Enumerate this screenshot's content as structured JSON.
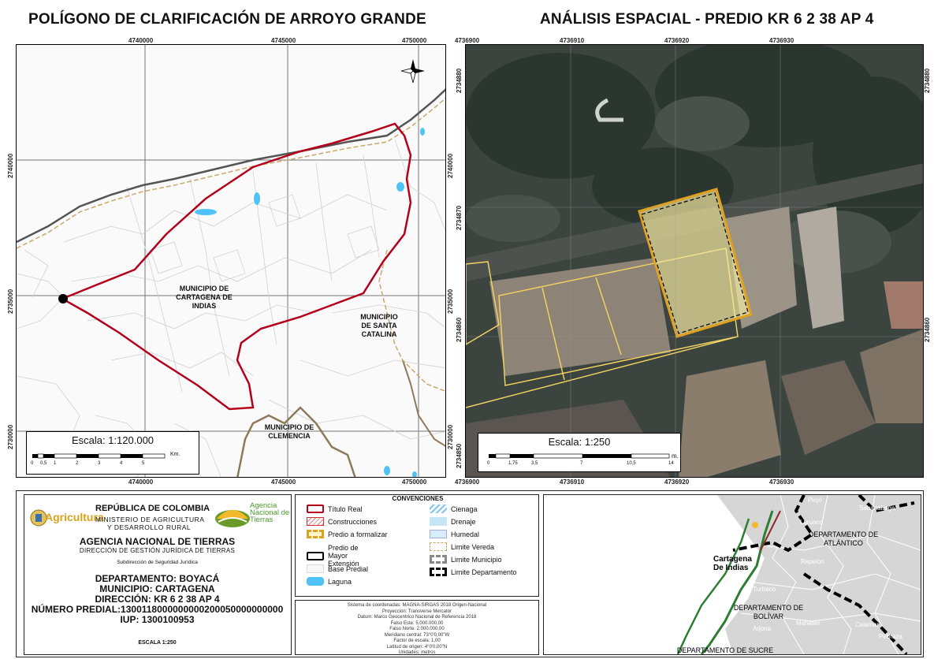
{
  "left_map": {
    "title": "POLÍGONO DE CLARIFICACIÓN DE ARROYO GRANDE",
    "top_ticks": [
      "4740000",
      "4745000",
      "4750000"
    ],
    "bottom_ticks": [
      "4740000",
      "4745000",
      "4750000"
    ],
    "side_ticks": [
      "2740000",
      "2735000",
      "2730000"
    ],
    "labels": {
      "cartagena": "MUNICIPIO DE CARTAGENA DE INDIAS",
      "santa_catalina": "MUNICIPIO DE SANTA CATALINA",
      "clemencia": "MUNICIPIO DE CLEMENCIA"
    },
    "scale_text": "Escala: 1:120.000",
    "scale_unit": "Km.",
    "scale_ticks": [
      "0",
      "0,5",
      "1",
      "2",
      "3",
      "4",
      "5"
    ]
  },
  "right_map": {
    "title": "ANÁLISIS ESPACIAL - PREDIO KR 6 2 38 AP 4",
    "top_ticks": [
      "4736900",
      "4736910",
      "4736920",
      "4736930"
    ],
    "bottom_ticks": [
      "4736900",
      "4736910",
      "4736920",
      "4736930"
    ],
    "side_ticks": [
      "2734880",
      "2734870",
      "2734860",
      "2734850"
    ],
    "scale_text": "Escala: 1:250",
    "scale_unit": "m.",
    "scale_ticks": [
      "0",
      "1,75",
      "3,5",
      "7",
      "10,5",
      "14"
    ]
  },
  "info": {
    "agricultura": "Agricultura",
    "republica": "REPÚBLICA DE COLOMBIA",
    "ministerio1": "MINISTERIO DE AGRICULTURA",
    "ministerio2": "Y DESARROLLO RURAL",
    "ant_logo1": "Agencia",
    "ant_logo2": "Nacional de",
    "ant_logo3": "Tierras",
    "agencia": "AGENCIA NACIONAL DE TIERRAS",
    "direccion_gestion": "DIRECCIÓN DE GESTIÓN JURÍDICA DE TIERRAS",
    "subdireccion": "Subdirección de Seguridad Jurídica",
    "departamento": "DEPARTAMENTO: BOYACÁ",
    "municipio": "MUNICIPIO: CARTAGENA",
    "direccion": "DIRECCIÓN: KR 6 2 38 AP 4",
    "numero_predial": "NÚMERO PREDIAL:1300118000000000200050000000000",
    "iup": "IUP: 1300100953",
    "escala": "ESCALA 1:250"
  },
  "legend": {
    "title": "CONVENCIONES",
    "items_left": [
      "Título Real",
      "Construcciones",
      "Predio a formalizar",
      "Predio de Mayor Extensión",
      "Base Predial",
      "Laguna"
    ],
    "items_right": [
      "Cienaga",
      "Drenaje",
      "Humedal",
      "Limite Vereda",
      "Limite Municipio",
      "Limite Departamento"
    ]
  },
  "crs": {
    "lines": [
      "Sistema de coordenadas: MAGNA-SIRGAS 2018 Origen-Nacional",
      "Proyección: Transverse Mercator",
      "Datum: Marco Geocentrico Nacional de Referencia 2018",
      "Falso Este: 5.000.000,00",
      "Falso Norte: 2.000.000,00",
      "Meridiano central: 73°0'0,00\"W",
      "Factor de escala: 1,00",
      "Latitud de origen: 4°0'0,00\"N",
      "Unidades: metros"
    ]
  },
  "locator": {
    "labels": [
      "Piojó",
      "Luruaco",
      "Sabanalarga",
      "DEPARTAMENTO DE ATLÁNTICO",
      "Repelón",
      "Cartagena De Indias",
      "Turbaco",
      "DEPARTAMENTO DE BOLÍVAR",
      "Arjona",
      "Mahates",
      "Calamar",
      "Pedraza",
      "DEPARTAMENTO DE SUCRE"
    ]
  }
}
